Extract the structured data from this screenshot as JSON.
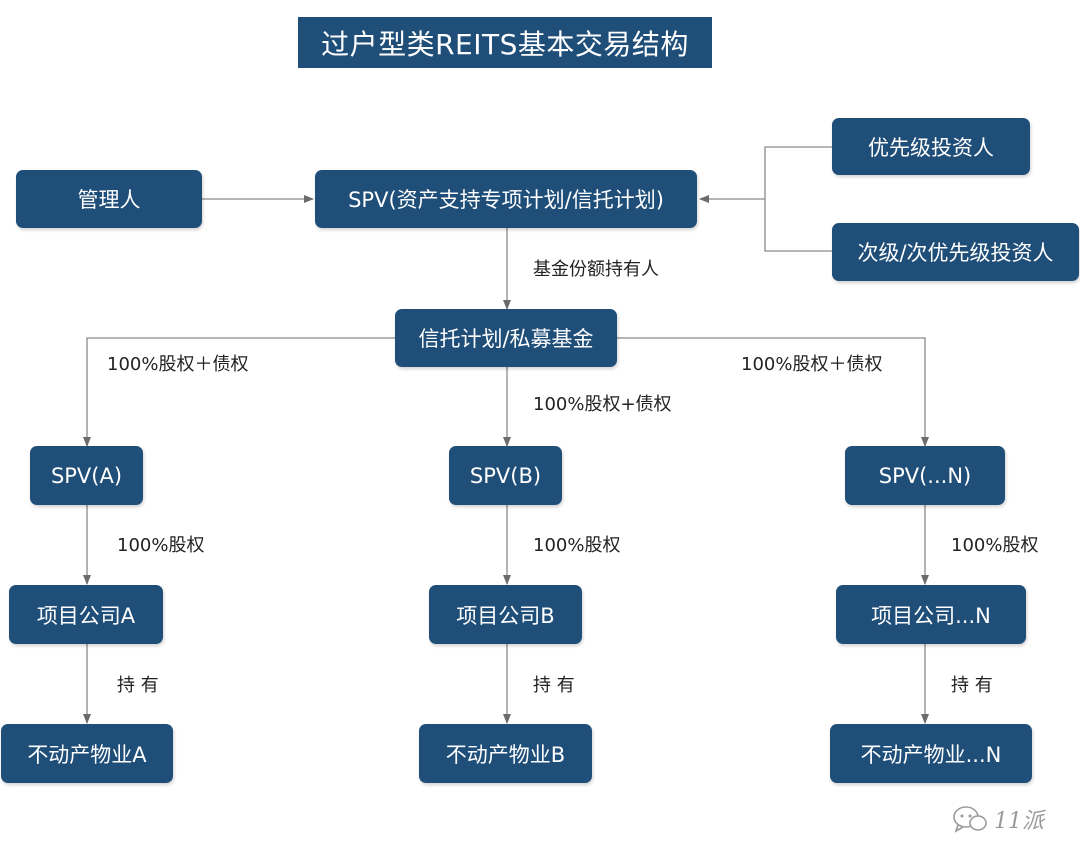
{
  "title": "过户型类REITS基本交易结构",
  "nodes": {
    "manager": "管理人",
    "spv_top": "SPV(资产支持专项计划/信托计划)",
    "senior_investor": "优先级投资人",
    "junior_investor": "次级/次优先级投资人",
    "trust_fund": "信托计划/私募基金",
    "spv_a": "SPV(A)",
    "spv_b": "SPV(B)",
    "spv_n": "SPV(...N)",
    "company_a": "项目公司A",
    "company_b": "项目公司B",
    "company_n": "项目公司...N",
    "property_a": "不动产物业A",
    "property_b": "不动产物业B",
    "property_n": "不动产物业...N"
  },
  "edge_labels": {
    "fund_holder": "基金份额持有人",
    "equity_debt_left": "100%股权＋债权",
    "equity_debt_mid": "100%股权+债权",
    "equity_debt_right": "100%股权＋债权",
    "equity_a": "100%股权",
    "equity_b": "100%股权",
    "equity_n": "100%股权",
    "hold_a": "持 有",
    "hold_b": "持 有",
    "hold_n": "持 有"
  },
  "watermark": "11派",
  "colors": {
    "box": "#1f4e79",
    "line": "#7f7f7f",
    "text": "#222222"
  }
}
